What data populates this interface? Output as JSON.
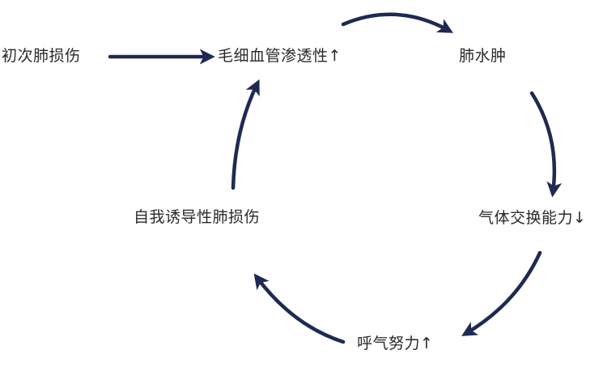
{
  "nodes": {
    "initial_injury": "初次肺损伤",
    "capillary_permeability": "毛细血管渗透性↑",
    "pulmonary_edema": "肺水肿",
    "gas_exchange": "气体交换能力↓",
    "breathing_effort": "呼气努力↑",
    "self_induced_injury": "自我诱导性肺损伤"
  },
  "colors": {
    "arrow": "#1f2a52",
    "text": "#2a2a2a",
    "background": "#ffffff"
  }
}
